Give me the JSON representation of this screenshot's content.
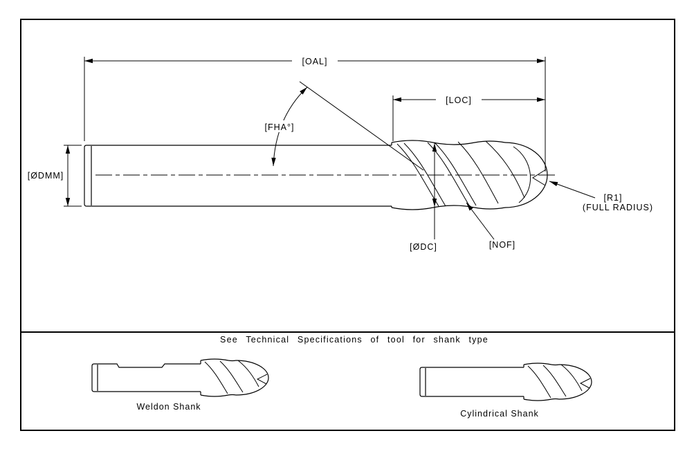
{
  "drawing": {
    "note": "See Technical Specifications of tool for shank type",
    "dimensions": {
      "oal": "[OAL]",
      "loc": "[LOC]",
      "fha": "[FHA°]",
      "odmm": "[ØDMM]",
      "odc": "[ØDC]",
      "nof": "[NOF]",
      "r1": "[R1]",
      "r1_note": "(FULL RADIUS)"
    },
    "shanks": [
      {
        "label": "Weldon Shank"
      },
      {
        "label": "Cylindrical Shank"
      }
    ],
    "colors": {
      "line": "#000000",
      "background": "#ffffff"
    }
  }
}
